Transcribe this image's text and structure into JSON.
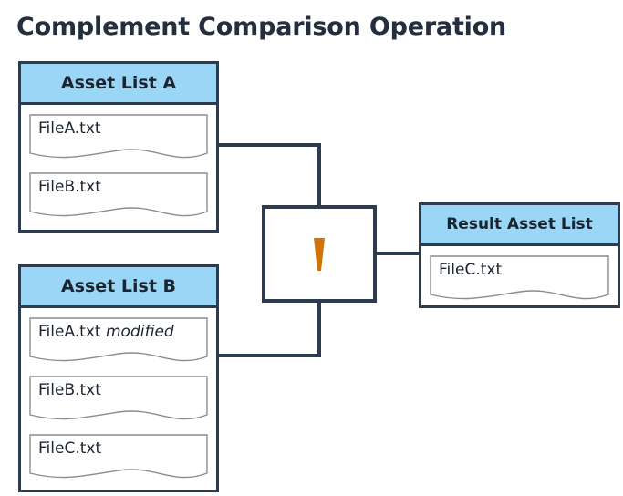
{
  "title": "Complement Comparison Operation",
  "colors": {
    "header_fill": "#9ad6f5",
    "stroke": "#2d3b4e",
    "text": "#1c2430",
    "title": "#232f3e",
    "operator": "#d2730a",
    "doc_stroke": "#8c8c8c"
  },
  "panels": {
    "list_a": {
      "header": "Asset List A",
      "items": [
        {
          "name": "FileA.txt",
          "suffix": ""
        },
        {
          "name": "FileB.txt",
          "suffix": ""
        }
      ]
    },
    "list_b": {
      "header": "Asset List B",
      "items": [
        {
          "name": "FileA.txt",
          "suffix": "modified"
        },
        {
          "name": "FileB.txt",
          "suffix": ""
        },
        {
          "name": "FileC.txt",
          "suffix": ""
        }
      ]
    },
    "result": {
      "header": "Result Asset List",
      "items": [
        {
          "name": "FileC.txt",
          "suffix": ""
        }
      ]
    }
  },
  "operator": {
    "icon": "complement-operator-icon",
    "label": ""
  },
  "connectors": [
    {
      "name": "list-a-to-operator",
      "from": "list_a",
      "to": "operator"
    },
    {
      "name": "list-b-to-operator",
      "from": "list_b",
      "to": "operator"
    },
    {
      "name": "operator-to-result",
      "from": "operator",
      "to": "result"
    }
  ]
}
